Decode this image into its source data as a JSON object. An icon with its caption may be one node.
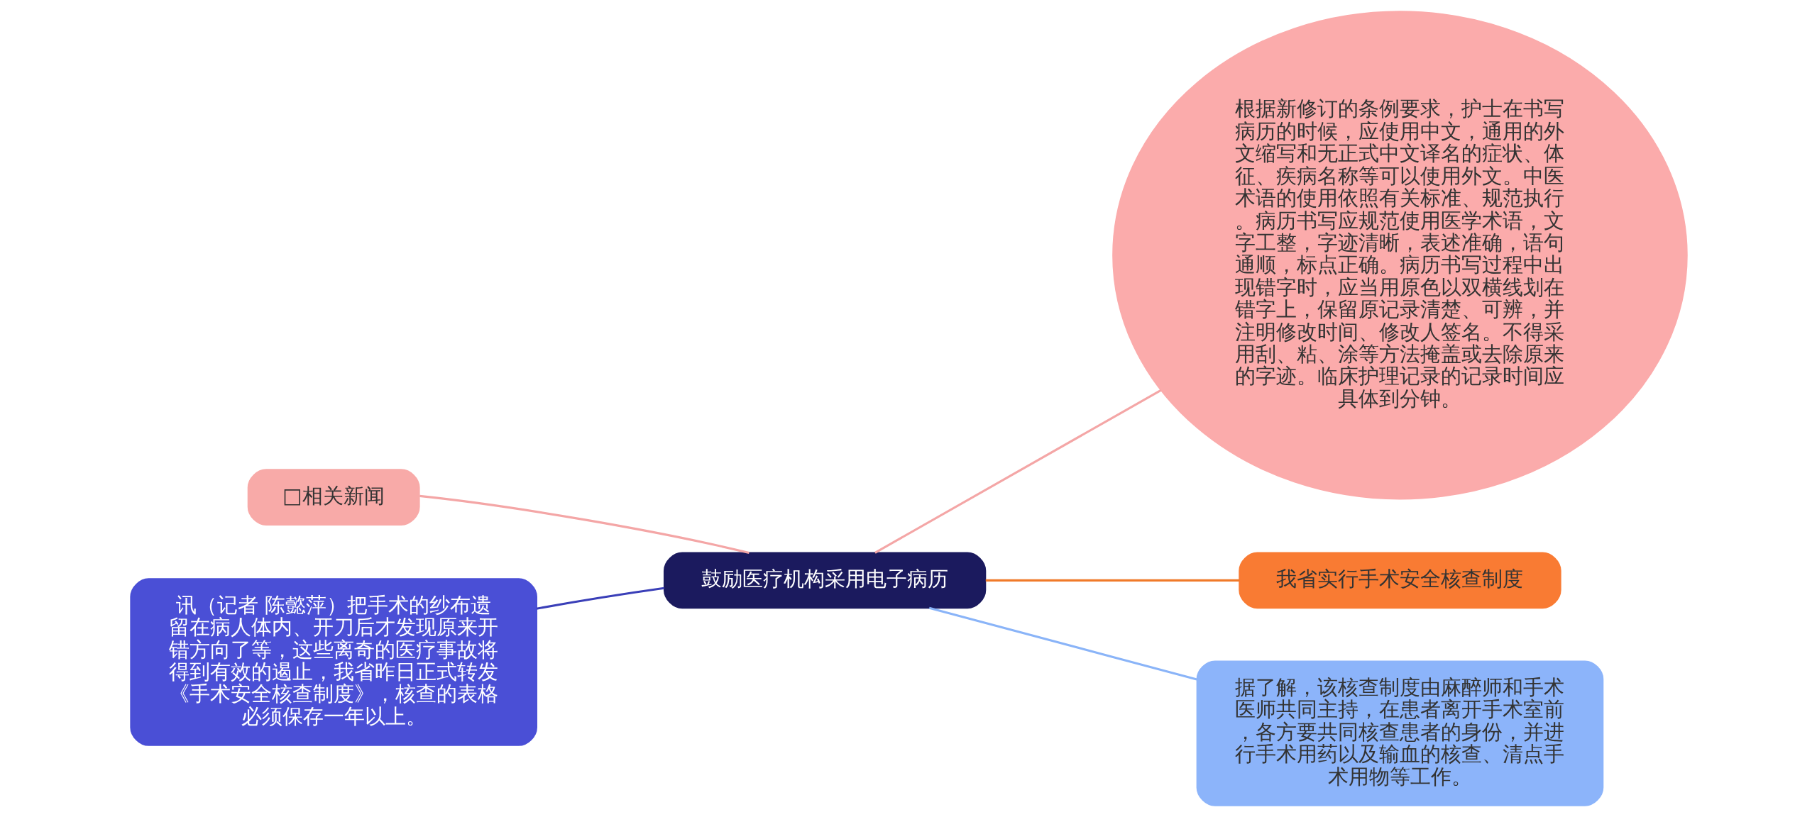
{
  "diagram": {
    "nodes": [
      {
        "text": [
          "鼓励医疗机构采用电子病历"
        ]
      },
      {
        "text": [
          "□相关新闻"
        ]
      },
      {
        "text": [
          "讯（记者 陈懿萍）把手术的纱布遗留在病人体内、开刀后才发现原来开错方向了等，这些离奇的医疗事故将得到有效的遏止，我省昨日正式转发《手术安全核查制度》，核查的表格必须保存一年以上。"
        ]
      },
      {
        "text": [
          "根据新修订的条例要求，护士在书写病历的时候，应使用中文，通用的外文缩写和无正式中文译名的症状、体征、疾病名称等可以使用外文。中医术语的使用依照有关标准、规范执行。病历书写应规范使用医学术语，文字工整，字迹清晰，表述准确，语句通顺，标点正确。病历书写过程中出现错字时，应当用原色以双横线划在错字上，保留原记录清楚、可辨，并注明修改时间、修改人签名。不得采用刮、粘、涂等方法掩盖或去除原来的字迹。临床护理记录的记录时间应具体到分钟。"
        ]
      },
      {
        "text": [
          "我省实行手术安全核查制度"
        ]
      },
      {
        "text": [
          "据了解，该核查制度由麻醉师和手术医师共同主持，在患者离开手术室前，各方要共同核查患者的身份，并进行手术用药以及输血的核查、清点手术用物等工作。"
        ]
      }
    ],
    "edges": [
      {
        "from": 0,
        "to": 1,
        "arrow": "none",
        "color": "#f4a6a6"
      },
      {
        "from": 0,
        "to": 2,
        "arrow": "none",
        "color": "#3a3fb8"
      },
      {
        "from": 0,
        "to": 3,
        "arrow": "none",
        "color": "#f4a6a6"
      },
      {
        "from": 0,
        "to": 4,
        "arrow": "none",
        "color": "#f07a2a"
      },
      {
        "from": 0,
        "to": 5,
        "arrow": "none",
        "color": "#8ab4f8"
      }
    ]
  }
}
